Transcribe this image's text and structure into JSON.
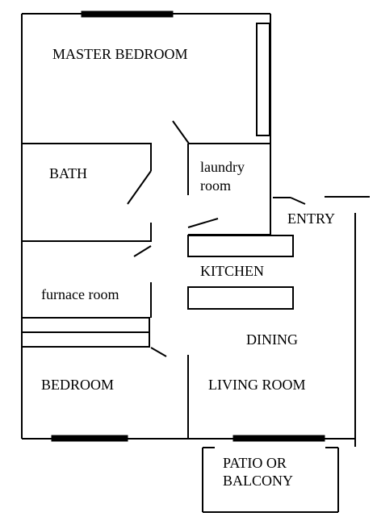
{
  "rooms": {
    "master_bedroom": "MASTER BEDROOM",
    "bath": "BATH",
    "laundry_room_line1": "laundry",
    "laundry_room_line2": "room",
    "entry": "ENTRY",
    "kitchen": "KITCHEN",
    "furnace_room": "furnace room",
    "dining": "DINING",
    "bedroom": "BEDROOM",
    "living_room": "LIVING ROOM",
    "patio_line1": "PATIO OR",
    "patio_line2": "BALCONY"
  },
  "colors": {
    "ink": "#000000",
    "background": "#ffffff"
  }
}
